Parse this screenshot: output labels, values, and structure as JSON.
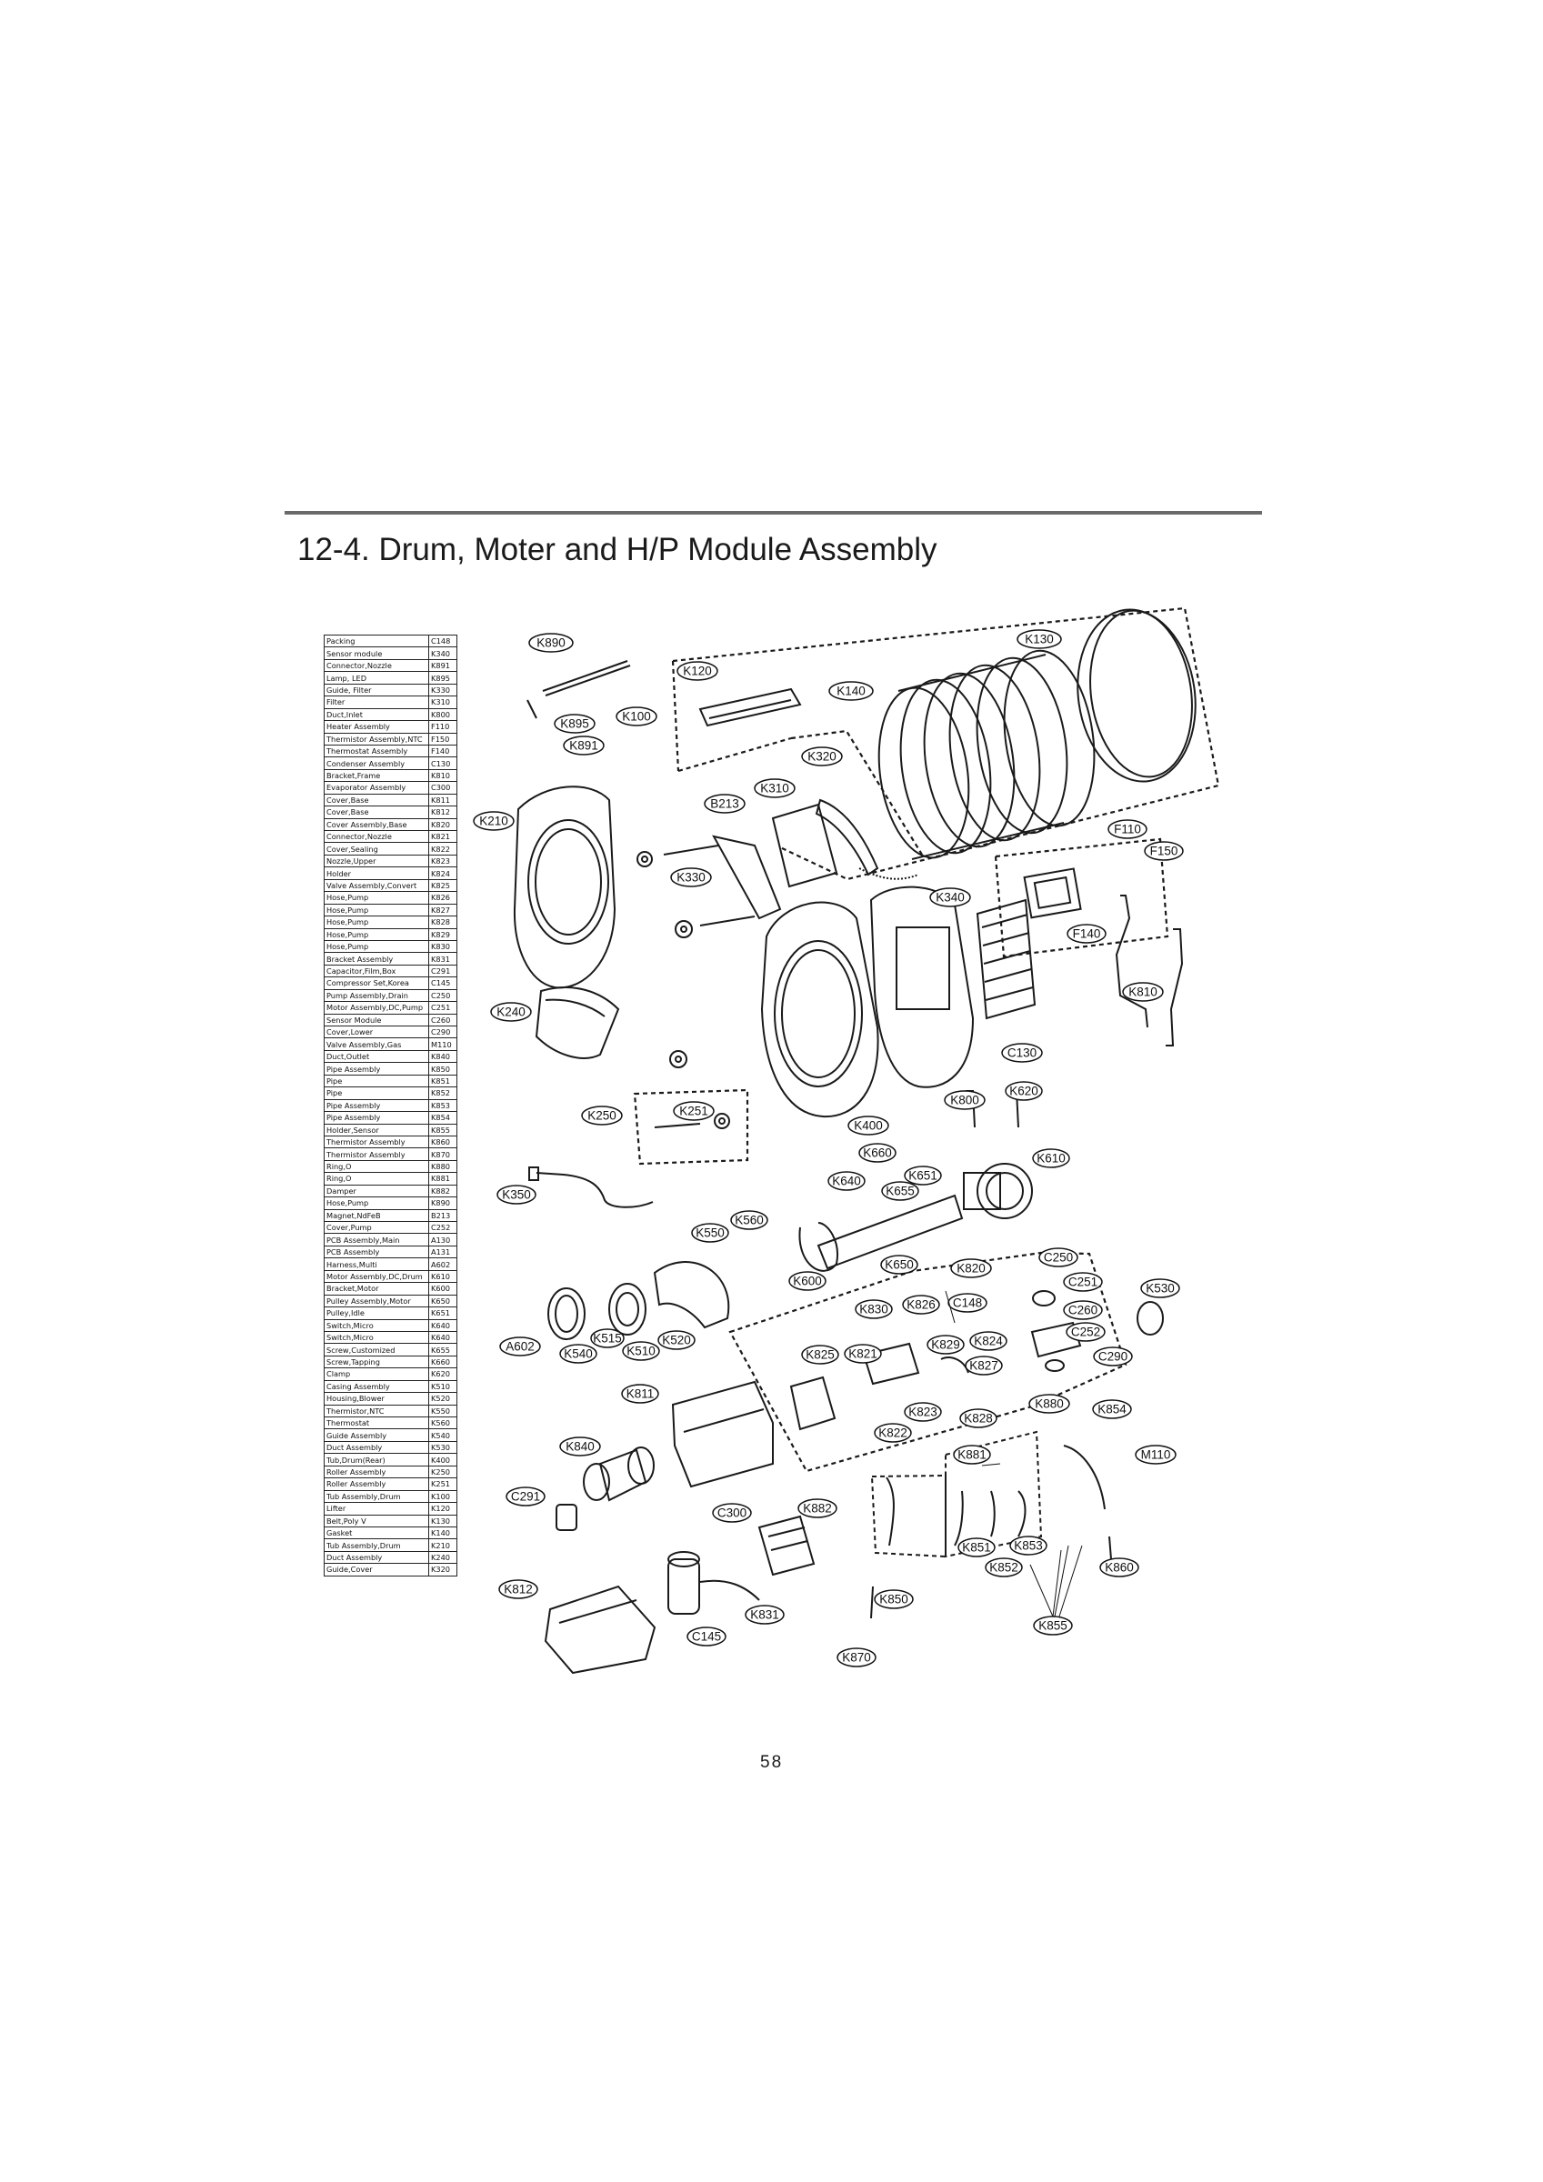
{
  "title": "12-4. Drum, Moter and H/P Module Assembly",
  "page_number": "58",
  "parts": [
    {
      "name": "Packing",
      "code": "C148"
    },
    {
      "name": "Sensor module",
      "code": "K340"
    },
    {
      "name": "Connector,Nozzle",
      "code": "K891"
    },
    {
      "name": "Lamp, LED",
      "code": "K895"
    },
    {
      "name": "Guide, Filter",
      "code": "K330"
    },
    {
      "name": "Filter",
      "code": "K310"
    },
    {
      "name": "Duct,Inlet",
      "code": "K800"
    },
    {
      "name": "Heater Assembly",
      "code": "F110"
    },
    {
      "name": "Thermistor Assembly,NTC",
      "code": "F150"
    },
    {
      "name": "Thermostat Assembly",
      "code": "F140"
    },
    {
      "name": "Condenser Assembly",
      "code": "C130"
    },
    {
      "name": "Bracket,Frame",
      "code": "K810"
    },
    {
      "name": "Evaporator Assembly",
      "code": "C300"
    },
    {
      "name": "Cover,Base",
      "code": "K811"
    },
    {
      "name": "Cover,Base",
      "code": "K812"
    },
    {
      "name": "Cover Assembly,Base",
      "code": "K820"
    },
    {
      "name": "Connector,Nozzle",
      "code": "K821"
    },
    {
      "name": "Cover,Sealing",
      "code": "K822"
    },
    {
      "name": "Nozzle,Upper",
      "code": "K823"
    },
    {
      "name": "Holder",
      "code": "K824"
    },
    {
      "name": "Valve Assembly,Convert",
      "code": "K825"
    },
    {
      "name": "Hose,Pump",
      "code": "K826"
    },
    {
      "name": "Hose,Pump",
      "code": "K827"
    },
    {
      "name": "Hose,Pump",
      "code": "K828"
    },
    {
      "name": "Hose,Pump",
      "code": "K829"
    },
    {
      "name": "Hose,Pump",
      "code": "K830"
    },
    {
      "name": "Bracket Assembly",
      "code": "K831"
    },
    {
      "name": "Capacitor,Film,Box",
      "code": "C291"
    },
    {
      "name": "Compressor Set,Korea",
      "code": "C145"
    },
    {
      "name": "Pump Assembly,Drain",
      "code": "C250"
    },
    {
      "name": "Motor Assembly,DC,Pump",
      "code": "C251"
    },
    {
      "name": "Sensor Module",
      "code": "C260"
    },
    {
      "name": "Cover,Lower",
      "code": "C290"
    },
    {
      "name": "Valve Assembly,Gas",
      "code": "M110"
    },
    {
      "name": "Duct,Outlet",
      "code": "K840"
    },
    {
      "name": "Pipe Assembly",
      "code": "K850"
    },
    {
      "name": "Pipe",
      "code": "K851"
    },
    {
      "name": "Pipe",
      "code": "K852"
    },
    {
      "name": "Pipe Assembly",
      "code": "K853"
    },
    {
      "name": "Pipe Assembly",
      "code": "K854"
    },
    {
      "name": "Holder,Sensor",
      "code": "K855"
    },
    {
      "name": "Thermistor Assembly",
      "code": "K860"
    },
    {
      "name": "Thermistor Assembly",
      "code": "K870"
    },
    {
      "name": "Ring,O",
      "code": "K880"
    },
    {
      "name": "Ring,O",
      "code": "K881"
    },
    {
      "name": "Damper",
      "code": "K882"
    },
    {
      "name": "Hose,Pump",
      "code": "K890"
    },
    {
      "name": "Magnet,NdFeB",
      "code": "B213"
    },
    {
      "name": "Cover,Pump",
      "code": "C252"
    },
    {
      "name": "PCB Assembly,Main",
      "code": "A130"
    },
    {
      "name": "PCB Assembly",
      "code": "A131"
    },
    {
      "name": "Harness,Multi",
      "code": "A602"
    },
    {
      "name": "Motor Assembly,DC,Drum",
      "code": "K610"
    },
    {
      "name": "Bracket,Motor",
      "code": "K600"
    },
    {
      "name": "Pulley Assembly,Motor",
      "code": "K650"
    },
    {
      "name": "Pulley,Idle",
      "code": "K651"
    },
    {
      "name": "Switch,Micro",
      "code": "K640"
    },
    {
      "name": "Switch,Micro",
      "code": "K640"
    },
    {
      "name": "Screw,Customized",
      "code": "K655"
    },
    {
      "name": "Screw,Tapping",
      "code": "K660"
    },
    {
      "name": "Clamp",
      "code": "K620"
    },
    {
      "name": "Casing Assembly",
      "code": "K510"
    },
    {
      "name": "Housing,Blower",
      "code": "K520"
    },
    {
      "name": "Thermistor,NTC",
      "code": "K550"
    },
    {
      "name": "Thermostat",
      "code": "K560"
    },
    {
      "name": "Guide Assembly",
      "code": "K540"
    },
    {
      "name": "Duct Assembly",
      "code": "K530"
    },
    {
      "name": "Tub,Drum(Rear)",
      "code": "K400"
    },
    {
      "name": "Roller Assembly",
      "code": "K250"
    },
    {
      "name": "Roller Assembly",
      "code": "K251"
    },
    {
      "name": "Tub Assembly,Drum",
      "code": "K100"
    },
    {
      "name": "Lifter",
      "code": "K120"
    },
    {
      "name": "Belt,Poly V",
      "code": "K130"
    },
    {
      "name": "Gasket",
      "code": "K140"
    },
    {
      "name": "Tub Assembly,Drum",
      "code": "K210"
    },
    {
      "name": "Duct Assembly",
      "code": "K240"
    },
    {
      "name": "Guide,Cover",
      "code": "K320"
    }
  ],
  "callouts": [
    "K890",
    "K130",
    "K120",
    "K140",
    "K895",
    "K100",
    "K891",
    "K320",
    "K310",
    "B213",
    "K210",
    "F110",
    "F150",
    "K330",
    "K340",
    "F140",
    "K810",
    "K240",
    "C130",
    "K800",
    "K620",
    "K250",
    "K251",
    "K400",
    "K660",
    "K651",
    "K610",
    "K640",
    "K655",
    "K350",
    "K560",
    "K550",
    "K650",
    "K820",
    "C250",
    "K600",
    "C251",
    "K530",
    "K830",
    "K826",
    "C148",
    "C260",
    "C252",
    "K515",
    "K520",
    "A602",
    "K540",
    "K510",
    "K825",
    "K821",
    "K829",
    "K824",
    "C290",
    "K827",
    "K811",
    "K823",
    "K828",
    "K880",
    "K854",
    "K822",
    "K840",
    "K881",
    "M110",
    "C291",
    "K882",
    "C300",
    "K851",
    "K853",
    "K852",
    "K860",
    "K812",
    "K850",
    "K831",
    "C145",
    "K855",
    "K870"
  ]
}
